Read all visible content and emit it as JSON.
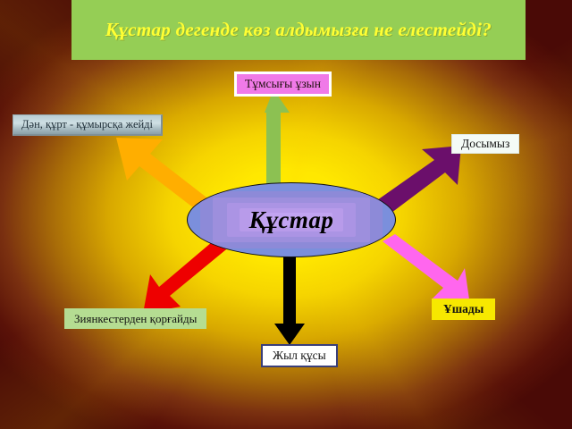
{
  "slide": {
    "title": "Құстар дегенде көз алдымызға не елестейді?",
    "center_node": "Құстар",
    "background_center_color": "#ffee00",
    "background_edge_color": "#4a0a06",
    "banner_color": "#95ce55",
    "title_color": "#ffff33"
  },
  "nodes": [
    {
      "id": "top",
      "label": "Тұмсығы ұзын",
      "box_color": "#f07ae8",
      "arrow_color": "#8cc152",
      "arrow_direction": "up"
    },
    {
      "id": "upper-left",
      "label": "Дән, құрт - құмырсқа жейді",
      "box_color": "#cfe0e4",
      "arrow_color": "#ffae00",
      "arrow_direction": "up-left"
    },
    {
      "id": "upper-right",
      "label": "Досымыз",
      "box_color": "#f4fbf6",
      "arrow_color": "#6b0f6b",
      "arrow_direction": "up-right"
    },
    {
      "id": "lower-right",
      "label": "Ұшады",
      "box_color": "#f7e800",
      "arrow_color": "#ff66ee",
      "arrow_direction": "down-right"
    },
    {
      "id": "bottom",
      "label": "Жыл құсы",
      "box_color": "#ffffff",
      "arrow_color": "#000000",
      "arrow_direction": "down"
    },
    {
      "id": "lower-left",
      "label": "Зиянкестерден қорғайды",
      "box_color": "#b5dd92",
      "arrow_color": "#ee0000",
      "arrow_direction": "down-left"
    }
  ]
}
